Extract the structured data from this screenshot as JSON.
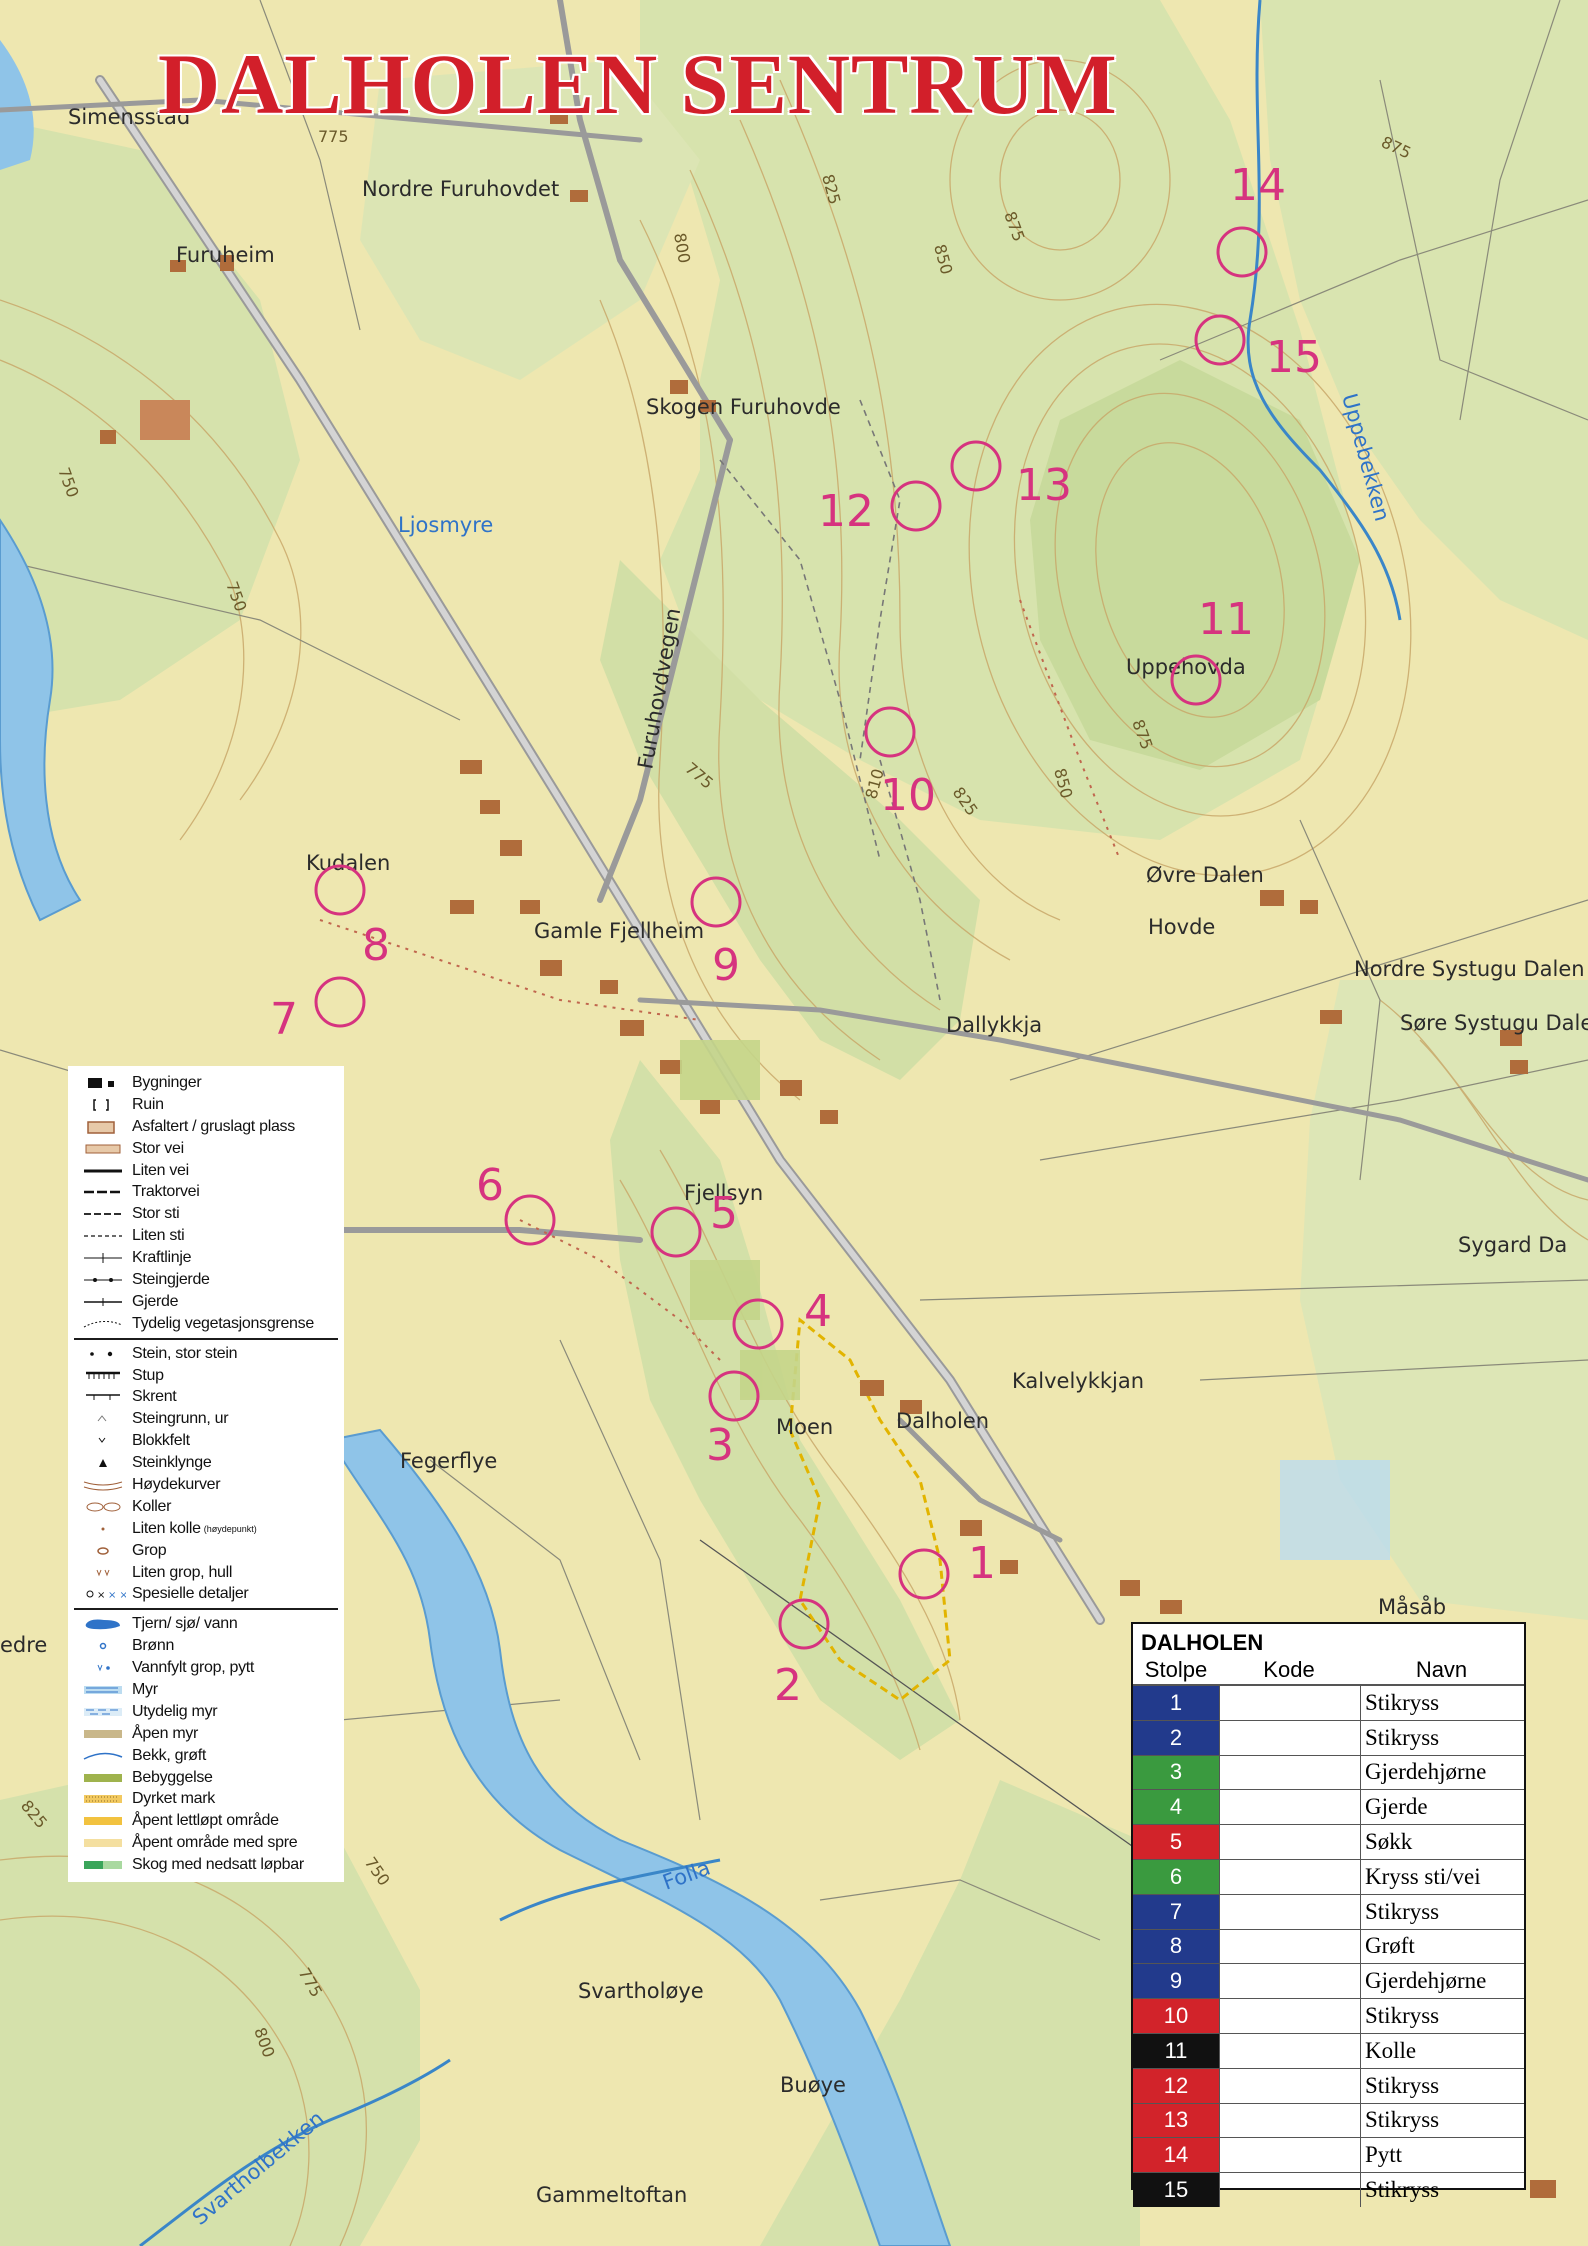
{
  "title": "DALHOLEN SENTRUM",
  "map_colors": {
    "open_land": "#eee7b0",
    "forest": "#d7e3ad",
    "dense_forest": "#c3d697",
    "water": "#8fc4e8",
    "road": "#b4b4b4",
    "building": "#b06c3b",
    "contour": "#c9a86a",
    "control": "#d6337f",
    "trail": "#c0664e"
  },
  "place_names": [
    {
      "id": "simensstad",
      "text": "Simensstad"
    },
    {
      "id": "furuheim",
      "text": "Furuheim"
    },
    {
      "id": "nordre-furuhovdet",
      "text": "Nordre Furuhovdet"
    },
    {
      "id": "skogen-furuhovde",
      "text": "Skogen Furuhovde"
    },
    {
      "id": "uppehovda",
      "text": "Uppehovda"
    },
    {
      "id": "kudalen",
      "text": "Kudalen"
    },
    {
      "id": "gamle-fjellheim",
      "text": "Gamle Fjellheim"
    },
    {
      "id": "ovre-dalen",
      "text": "Øvre Dalen"
    },
    {
      "id": "hovde",
      "text": "Hovde"
    },
    {
      "id": "nordre-systugu",
      "text": "Nordre Systugu Dalen"
    },
    {
      "id": "sore-systugu",
      "text": "Søre Systugu Dalen"
    },
    {
      "id": "dallykkja",
      "text": "Dallykkja"
    },
    {
      "id": "fjellsyn",
      "text": "Fjellsyn"
    },
    {
      "id": "sygard",
      "text": "Sygard Da"
    },
    {
      "id": "kalvelykkjan",
      "text": "Kalvelykkjan"
    },
    {
      "id": "moen",
      "text": "Moen"
    },
    {
      "id": "dalholen",
      "text": "Dalholen"
    },
    {
      "id": "fegerflye",
      "text": "Fegerflye"
    },
    {
      "id": "masabu",
      "text": "Måsåb"
    },
    {
      "id": "svartholoye",
      "text": "Svartholøye"
    },
    {
      "id": "buoye",
      "text": "Buøye"
    },
    {
      "id": "gammeltoftan",
      "text": "Gammeltoftan"
    },
    {
      "id": "nedre",
      "text": "edre"
    }
  ],
  "water_names": [
    {
      "id": "ljosmyre",
      "text": "Ljosmyre"
    },
    {
      "id": "uppebekken",
      "text": "Uppebekken"
    },
    {
      "id": "folla",
      "text": "Folla"
    },
    {
      "id": "svartholbekken",
      "text": "Svartholbekken"
    }
  ],
  "road_names": [
    {
      "id": "furuhovdvegen",
      "text": "Furuhovdvegen"
    }
  ],
  "contour_labels": [
    "775",
    "825",
    "800",
    "850",
    "875",
    "875",
    "750",
    "750",
    "775",
    "875",
    "825",
    "850",
    "810",
    "825",
    "750",
    "775",
    "800"
  ],
  "controls": [
    "1",
    "2",
    "3",
    "4",
    "5",
    "6",
    "7",
    "8",
    "9",
    "10",
    "11",
    "12",
    "13",
    "14",
    "15"
  ],
  "legend": [
    {
      "sym": "building",
      "label": "Bygninger"
    },
    {
      "sym": "ruin",
      "label": "Ruin"
    },
    {
      "sym": "paved",
      "label": "Asfaltert / gruslagt plass"
    },
    {
      "sym": "bigroad",
      "label": "Stor vei"
    },
    {
      "sym": "smallroad",
      "label": "Liten vei"
    },
    {
      "sym": "tractor",
      "label": "Traktorvei"
    },
    {
      "sym": "bigpath",
      "label": "Stor sti"
    },
    {
      "sym": "smallpath",
      "label": "Liten sti"
    },
    {
      "sym": "power",
      "label": "Kraftlinje"
    },
    {
      "sym": "stonewall",
      "label": "Steingjerde"
    },
    {
      "sym": "fence",
      "label": "Gjerde"
    },
    {
      "sym": "vegedge",
      "label": "Tydelig vegetasjonsgrense"
    },
    {
      "sym": "sep"
    },
    {
      "sym": "stone",
      "label": "Stein,  stor stein"
    },
    {
      "sym": "cliff",
      "label": "Stup"
    },
    {
      "sym": "scarp",
      "label": "Skrent"
    },
    {
      "sym": "stonyground",
      "label": "Steingrunn, ur"
    },
    {
      "sym": "boulderfield",
      "label": "Blokkfelt"
    },
    {
      "sym": "bouldercluster",
      "label": "Steinklynge"
    },
    {
      "sym": "contours",
      "label": "Høydekurver"
    },
    {
      "sym": "knolls",
      "label": "Koller"
    },
    {
      "sym": "smallknoll",
      "label": "Liten kolle",
      "note": "(høydepunkt)"
    },
    {
      "sym": "pit",
      "label": "Grop"
    },
    {
      "sym": "smallpit",
      "label": "Liten grop, hull"
    },
    {
      "sym": "special",
      "label": "Spesielle detaljer"
    },
    {
      "sym": "sep"
    },
    {
      "sym": "lake",
      "label": "Tjern/ sjø/ vann"
    },
    {
      "sym": "well",
      "label": "Brønn"
    },
    {
      "sym": "waterpit",
      "label": "Vannfylt grop, pytt"
    },
    {
      "sym": "marsh",
      "label": "Myr"
    },
    {
      "sym": "indistinctmarsh",
      "label": "Utydelig myr"
    },
    {
      "sym": "openmarsh",
      "label": "Åpen myr"
    },
    {
      "sym": "stream",
      "label": "Bekk, grøft"
    },
    {
      "sym": "settlement",
      "label": "Bebyggelse"
    },
    {
      "sym": "cultivated",
      "label": "Dyrket mark"
    },
    {
      "sym": "openland",
      "label": "Åpent lettløpt område"
    },
    {
      "sym": "openscattered",
      "label": "Åpent område med spre"
    },
    {
      "sym": "slowforest",
      "label": "Skog med nedsatt løpbar"
    }
  ],
  "control_table": {
    "title": "DALHOLEN",
    "headers": {
      "stolpe": "Stolpe",
      "kode": "Kode",
      "navn": "Navn"
    },
    "rows": [
      {
        "num": "1",
        "color": "#223a8c",
        "navn": "Stikryss"
      },
      {
        "num": "2",
        "color": "#223a8c",
        "navn": "Stikryss"
      },
      {
        "num": "3",
        "color": "#3a9a3f",
        "navn": "Gjerdehjørne"
      },
      {
        "num": "4",
        "color": "#3a9a3f",
        "navn": "Gjerde"
      },
      {
        "num": "5",
        "color": "#d2232a",
        "navn": "Søkk"
      },
      {
        "num": "6",
        "color": "#3a9a3f",
        "navn": "Kryss sti/vei"
      },
      {
        "num": "7",
        "color": "#223a8c",
        "navn": "Stikryss"
      },
      {
        "num": "8",
        "color": "#223a8c",
        "navn": "Grøft"
      },
      {
        "num": "9",
        "color": "#223a8c",
        "navn": "Gjerdehjørne"
      },
      {
        "num": "10",
        "color": "#d2232a",
        "navn": "Stikryss"
      },
      {
        "num": "11",
        "color": "#111111",
        "navn": "Kolle"
      },
      {
        "num": "12",
        "color": "#d2232a",
        "navn": "Stikryss"
      },
      {
        "num": "13",
        "color": "#d2232a",
        "navn": "Stikryss"
      },
      {
        "num": "14",
        "color": "#d2232a",
        "navn": "Pytt"
      },
      {
        "num": "15",
        "color": "#111111",
        "navn": "Stikryss"
      }
    ]
  }
}
